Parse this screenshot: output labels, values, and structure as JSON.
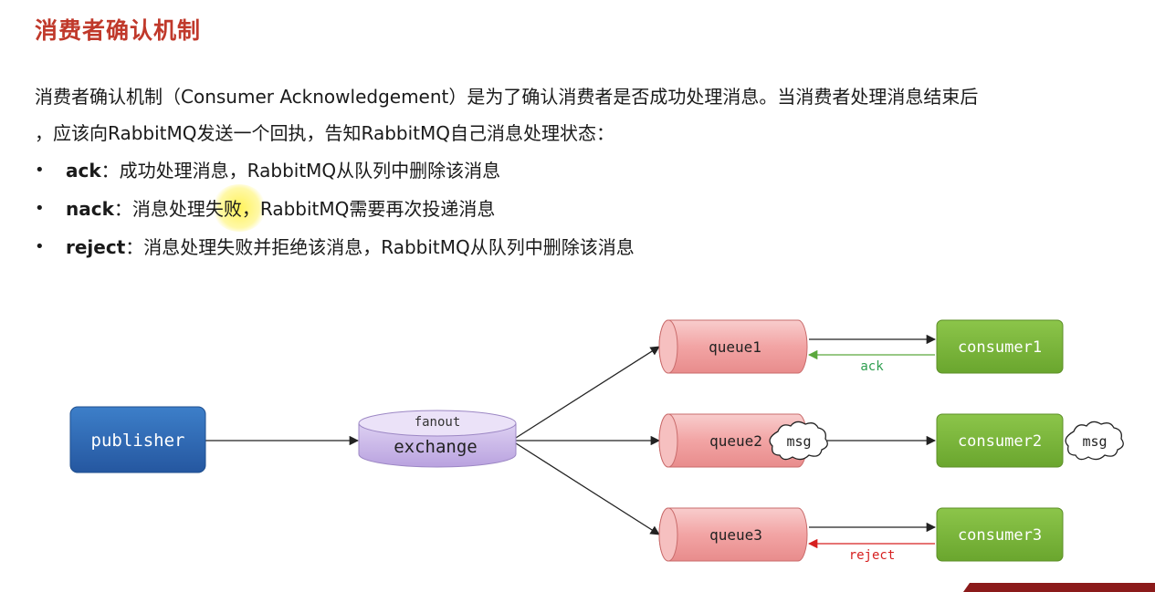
{
  "title": "消费者确认机制",
  "intro": {
    "line1": "消费者确认机制（Consumer Acknowledgement）是为了确认消费者是否成功处理消息。当消费者处理消息结束后",
    "line2": "，应该向RabbitMQ发送一个回执，告知RabbitMQ自己消息处理状态："
  },
  "bullets": [
    {
      "term": "ack",
      "sep": "：",
      "desc": "成功处理消息，RabbitMQ从队列中删除该消息"
    },
    {
      "term": "nack",
      "sep": "：",
      "desc": "消息处理失败，RabbitMQ需要再次投递消息"
    },
    {
      "term": "reject",
      "sep": "：",
      "desc": "消息处理失败并拒绝该消息，RabbitMQ从队列中删除该消息"
    }
  ],
  "diagram": {
    "publisher": "publisher",
    "exchange": "exchange",
    "exchange_type": "fanout",
    "queues": [
      "queue1",
      "queue2",
      "queue3"
    ],
    "consumers": [
      "consumer1",
      "consumer2",
      "consumer3"
    ],
    "ack_label": "ack",
    "reject_label": "reject",
    "msg_label": "msg",
    "colors": {
      "publisher": "#2f6db5",
      "exchange": "#c9b6e8",
      "queue": "#f2a4a4",
      "consumer": "#7bb83a",
      "ack": "#2e9e4f",
      "reject": "#d62020"
    }
  }
}
